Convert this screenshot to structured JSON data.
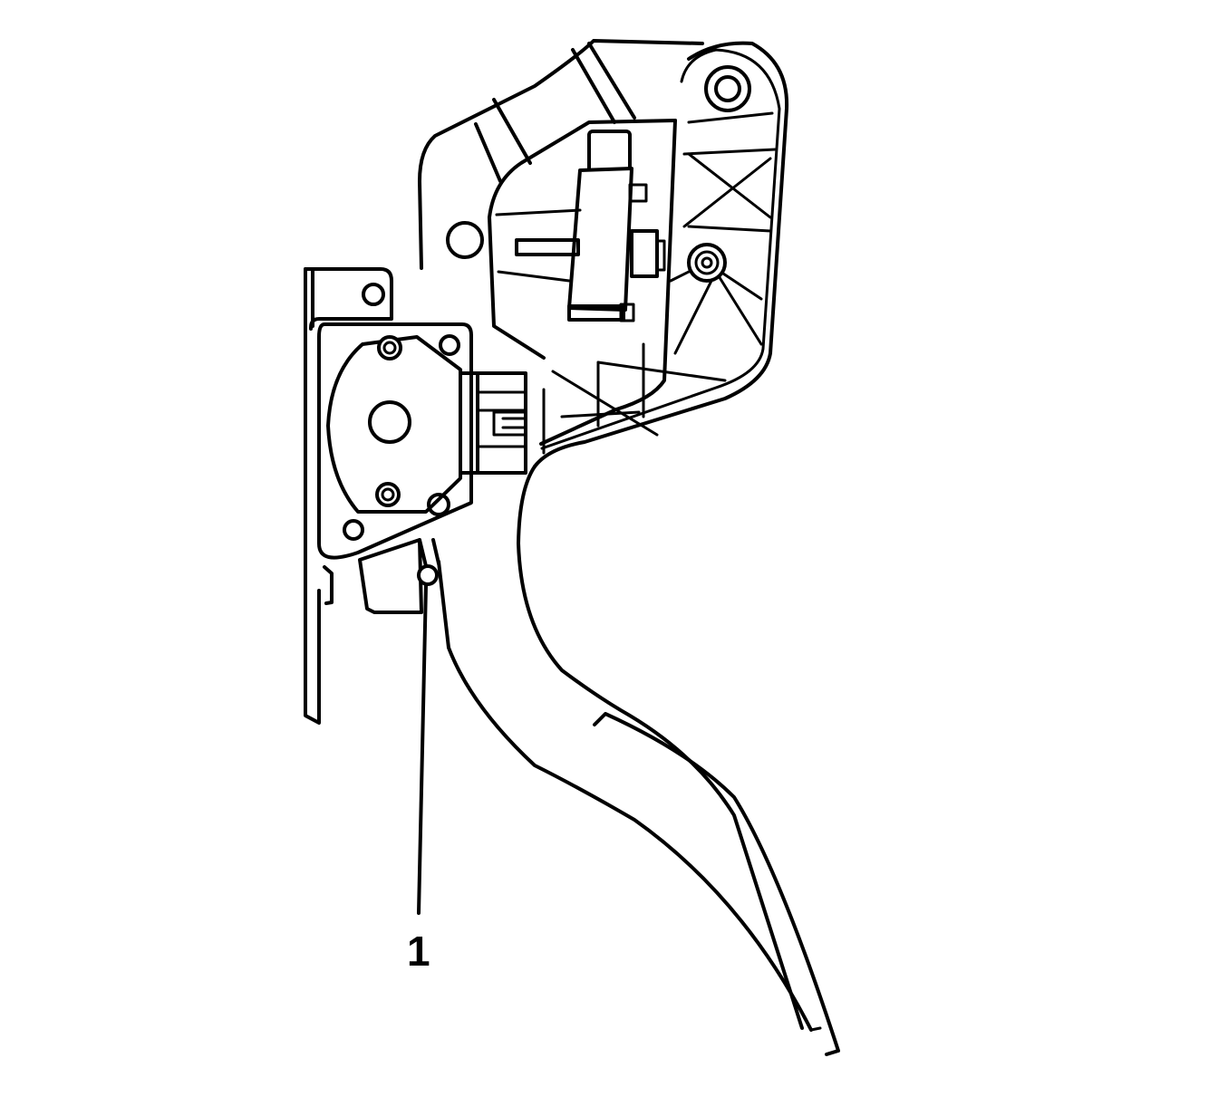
{
  "figure": {
    "subject": "accelerator pedal assembly",
    "background_color": "#ffffff",
    "line_color": "#000000"
  },
  "callouts": [
    {
      "number": "1",
      "target": "pedal-pivot-pin"
    }
  ]
}
